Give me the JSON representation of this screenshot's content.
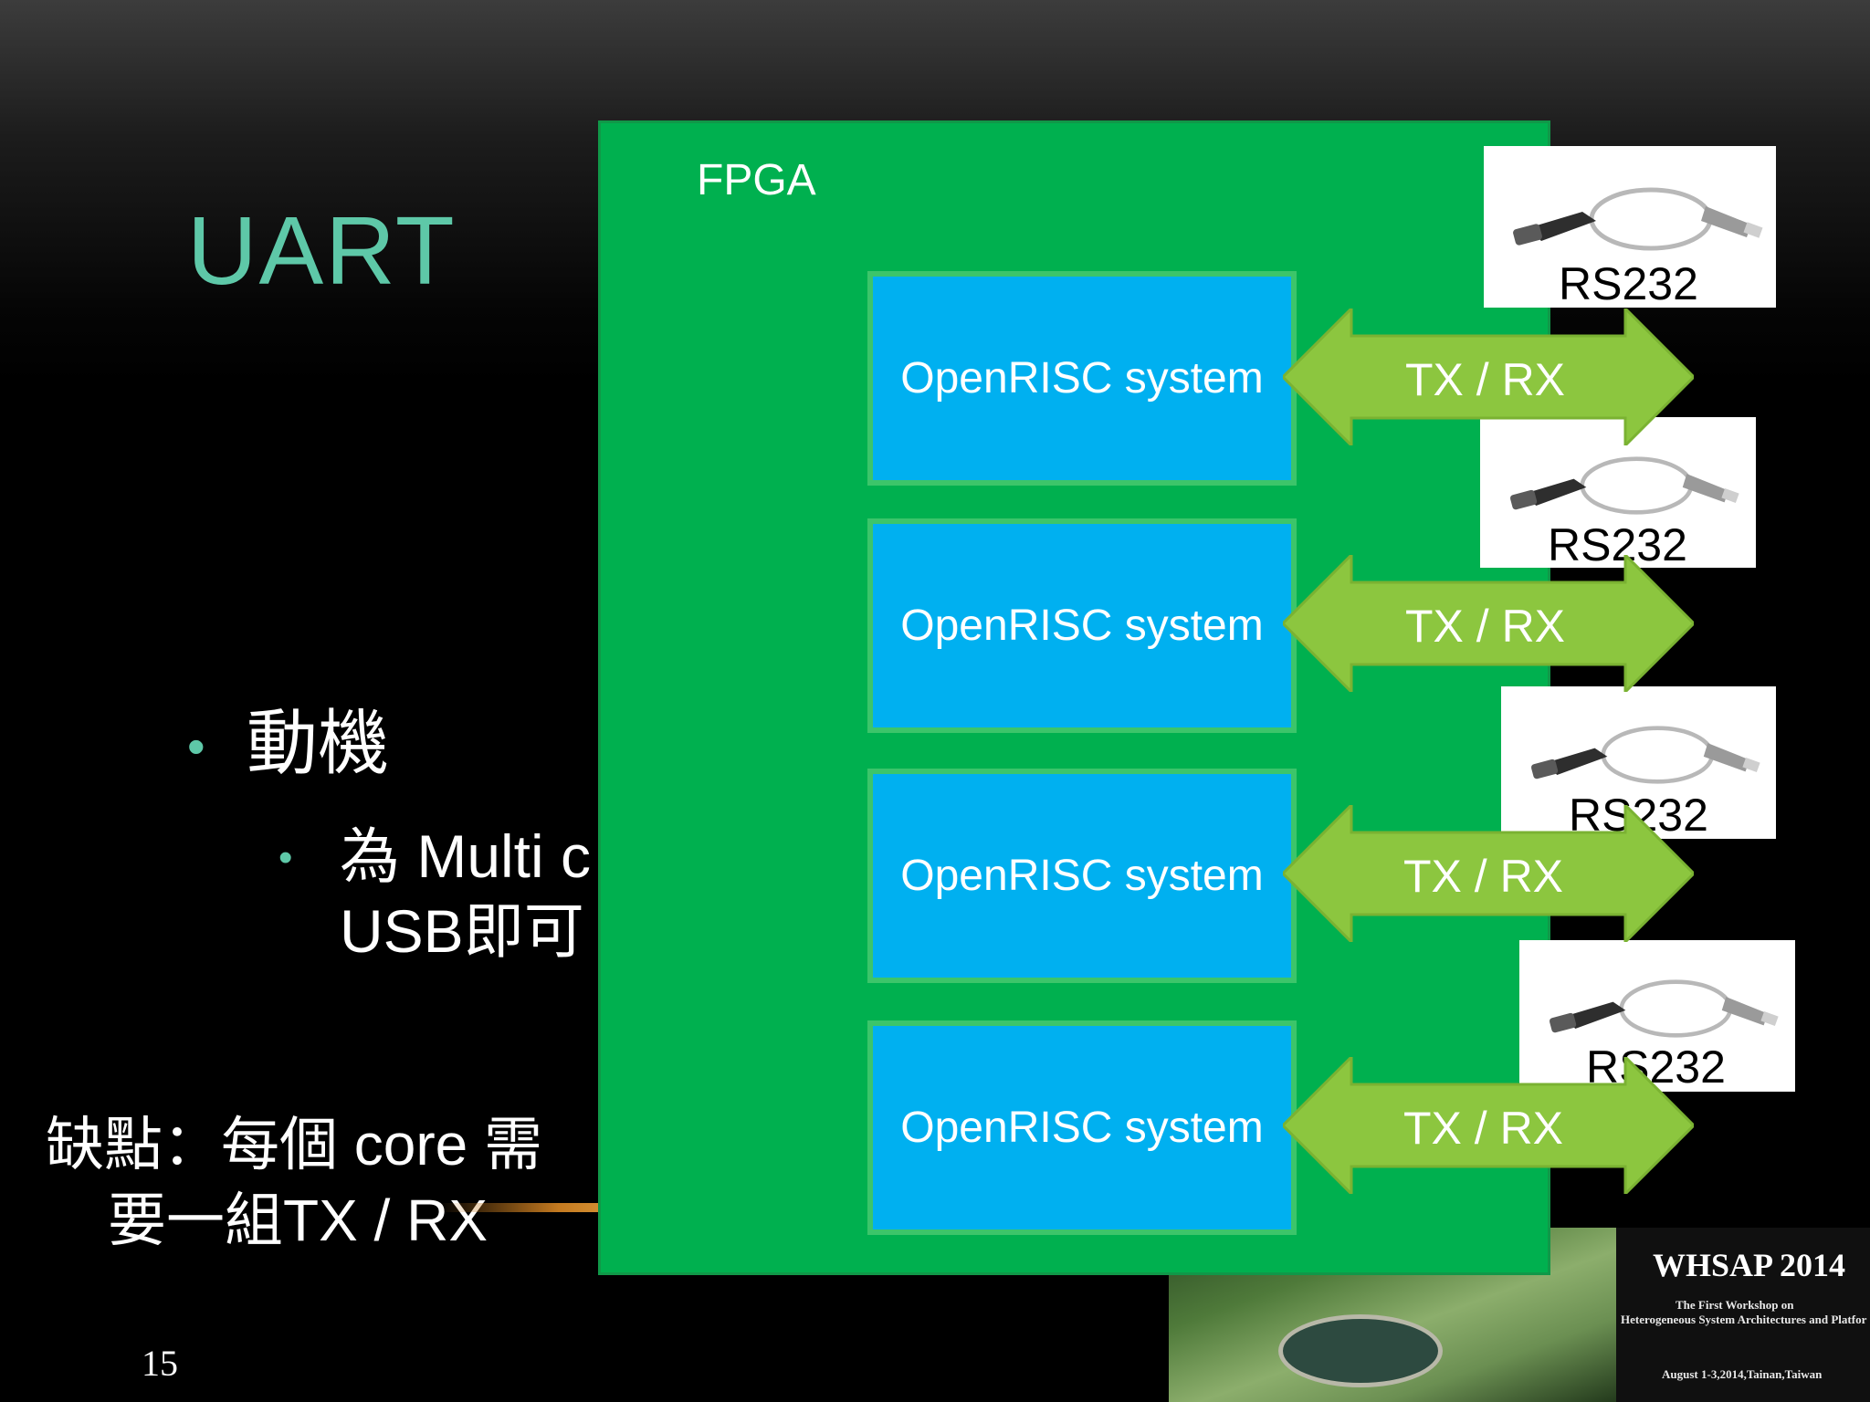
{
  "slide": {
    "title": "UART",
    "bullet1": "動機",
    "bullet2_line1": "為 Multi c",
    "bullet2_line2": "USB即可",
    "cons_line1": "缺點：每個 core 需",
    "cons_line2": "要一組TX / RX",
    "page_number": "15",
    "title_color": "#5ec8a8"
  },
  "diagram": {
    "fpga_label": "FPGA",
    "fpga_color": "#00b04f",
    "core_color": "#00b0f0",
    "arrow_color": "#8cc63f",
    "cores": [
      {
        "label": "OpenRISC system"
      },
      {
        "label": "OpenRISC system"
      },
      {
        "label": "OpenRISC system"
      },
      {
        "label": "OpenRISC system"
      }
    ],
    "links": [
      {
        "label": "TX / RX"
      },
      {
        "label": "TX / RX"
      },
      {
        "label": "TX / RX"
      },
      {
        "label": "TX / RX"
      }
    ],
    "cables": [
      {
        "label": "RS232",
        "icon": "usb-serial-cable-icon"
      },
      {
        "label": "RS232",
        "icon": "usb-serial-cable-icon"
      },
      {
        "label": "RS232",
        "icon": "usb-serial-cable-icon"
      },
      {
        "label": "RS232",
        "icon": "usb-serial-cable-icon"
      }
    ]
  },
  "banner": {
    "title": "WHSAP   2014",
    "subtitle1": "The First Workshop on",
    "subtitle2": "Heterogeneous System Architectures and Platfor",
    "date": "August 1-3,2014,Tainan,Taiwan"
  }
}
